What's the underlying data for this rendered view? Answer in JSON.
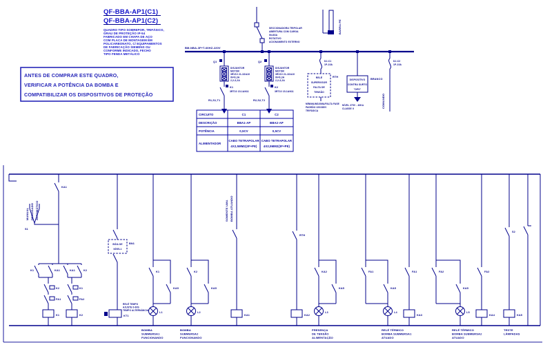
{
  "title_block": {
    "line1": "QF-BBA-AP1(C1)",
    "line2": "QF-BBA-AP1(C2)",
    "spec_lines": [
      "QUADRO TIPO SOBREPOR, TRIFÁSICO,",
      "GRAU DE PROTEÇÃO IP-54",
      "FABRICADO EM CHAPA DE AÇO",
      "COM PLACA DE MONTAGEM EM",
      "POLICARBONATO, C/ EQUIPAMENTOS",
      "DE FABRICAÇÃO SIEMENS OU",
      "CONFORME INDICADO, FECHO",
      "TIPO FENDA METÁLICO"
    ]
  },
  "warning_box": {
    "lines": [
      "ANTES DE COMPRAR ESTE QUADRO,",
      "VERIFICAR A POTÊNCIA DA BOMBA E",
      "COMPATIBILIZAR OS DISPOSITIVOS DE PROTEÇÃO"
    ]
  },
  "tags": {
    "q1": "Q1",
    "q2": "Q2",
    "k1": "K1",
    "k2": "K2",
    "ka1": "KA1",
    "ka2": "KA2",
    "ka3": "KA3",
    "ka4": "KA4",
    "ka5": "KA5",
    "kt1": "KT1",
    "bn1": "BN1",
    "rth": "RTH",
    "s1": "S1",
    "s2": "S2",
    "l1": "L1",
    "l2": "L2",
    "l3": "L3",
    "l4": "L4",
    "l5": "L5",
    "fa1": "FA1",
    "fa2": "FA2",
    "branco": "BRANCO"
  },
  "single_line": {
    "bus_label": "BM-NBA-3F+T-60HZ-220V",
    "disconnect_lines": [
      "SECCIONADORA TRIPOLAR",
      "ABERTURA COM CARGA",
      "IN=63A",
      "ROTATIVO",
      "ACIONAMENTO EXTERNO"
    ],
    "barra_pe": "BARRA PE",
    "feeder1": {
      "breaker_lines": [
        "DISJUNTOR",
        "MOTOR",
        "3RV10 21-1DA10",
        "IN=6,3A",
        "2,2-3,2A"
      ],
      "contactor_ref": "3RT10 15-1AN11",
      "cable": "R1,S1,T1"
    },
    "feeder2": {
      "breaker_lines": [
        "DISJUNTOR",
        "MOTOR",
        "3RV10 21-1DA10",
        "IN=6,3A",
        "2,2-3,2A"
      ],
      "contactor_ref": "3RT10 15-1AN11",
      "cable": "R2,S2,T2"
    },
    "rth": {
      "fuse_l1": "DJ-C1",
      "fuse_l2": "1P-10A",
      "box_lines": [
        "RELÉ",
        "SUPERVISOR",
        "FALTA DE",
        "TENSÃO"
      ],
      "note_lines": [
        "MÍNIMA/MÁXIMA/FALTA FASE",
        "PADRÃO 220/380V",
        "TRIFÁSICA"
      ]
    },
    "dps": {
      "box_lines": [
        "DISPOSITIVO",
        "CONTRA SURTO",
        "\"DPS\""
      ],
      "note_lines": [
        "NÍVEL 275V - 40KA",
        "CLASSE II"
      ]
    },
    "comando": {
      "fuse_l1": "DJ-C2",
      "fuse_l2": "1P-10A",
      "vertical_label": "COMANDO"
    }
  },
  "spec_table": {
    "rows": [
      {
        "label": "CIRCUITO",
        "c1": "C1",
        "c2": "C2"
      },
      {
        "label": "DESCRIÇÃO",
        "c1": "BBA1-AP",
        "c2": "BBA2-AP"
      },
      {
        "label": "POTÊNCIA",
        "c1": "0,5CV",
        "c2": "0,5CV"
      },
      {
        "label": "ALIMENTADOR",
        "c1l1": "CABO TETRAPOLAR",
        "c1l2": "4X2,5MM2(3F+PE)",
        "c2l1": "CABO TETRAPOLAR",
        "c2l2": "4X2,5MM2(3F+PE)"
      }
    ]
  },
  "ladder": {
    "selector_labels": [
      "MANUAL",
      "DESLIGADO",
      "AUTOMÁTICO"
    ],
    "bn1_box": [
      "BÓIA DE",
      "NÍVEL1"
    ],
    "vert_note": [
      "SOMENTE UMA",
      "BOMBA ATUANDO"
    ],
    "kt1_note": [
      "RELÉ TEMPO",
      "AJUSTE 0-60S",
      "TEMPO ALTERNÂNCIA"
    ],
    "bottom_labels": [
      {
        "lines": [
          "BOMBA",
          "SUBMERSA1",
          "FUNCIONANDO"
        ]
      },
      {
        "lines": [
          "BOMBA",
          "SUBMERSA2",
          "FUNCIONANDO"
        ]
      },
      {
        "lines": [
          "PRESENÇA",
          "DE TENSÃO",
          "ALIMENTAÇÃO"
        ]
      },
      {
        "lines": [
          "RELÉ TÉRMICO",
          "BOMBA SUBMERSA1",
          "ATUADO"
        ]
      },
      {
        "lines": [
          "RELÉ TÉRMICO",
          "BOMBA SUBMERSA2",
          "ATUADO"
        ]
      },
      {
        "lines": [
          "TESTE",
          "LÂMPADAS",
          ""
        ]
      }
    ]
  }
}
